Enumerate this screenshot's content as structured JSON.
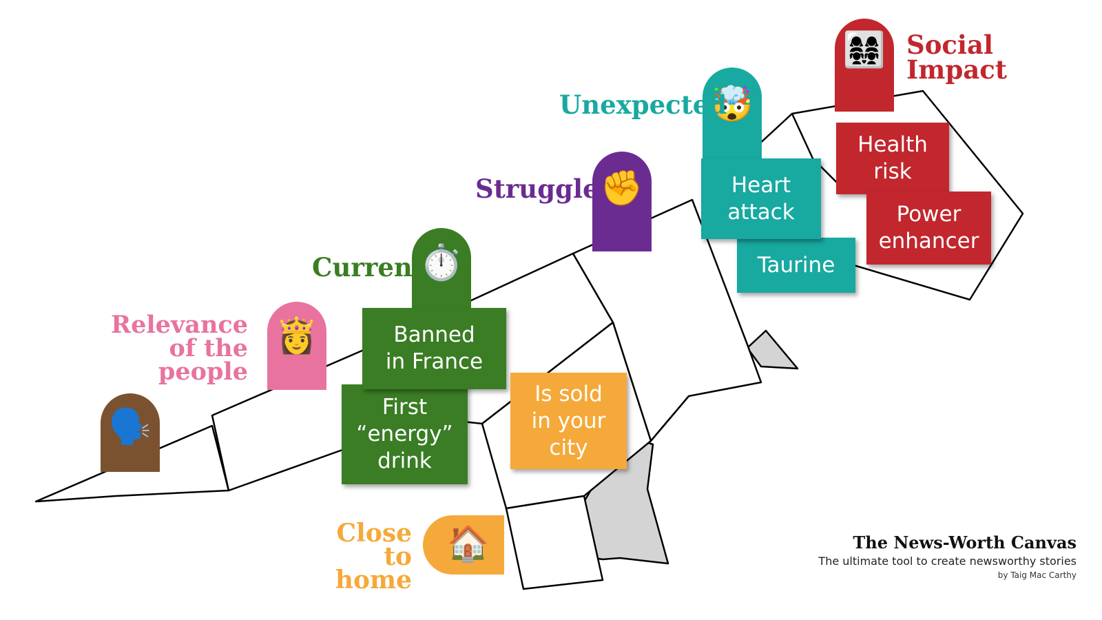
{
  "categories": [
    {
      "id": "social-impact",
      "label": "Social\nImpact",
      "color": "#c1272d",
      "icon": "family-icon",
      "emoji": "👩‍👩‍👧‍👧"
    },
    {
      "id": "unexpected",
      "label": "Unexpected",
      "color": "#18a9a1",
      "icon": "exploding-head-icon",
      "emoji": "🤯"
    },
    {
      "id": "struggle",
      "label": "Struggle",
      "color": "#6a2c91",
      "icon": "raised-fist-icon",
      "emoji": "✊"
    },
    {
      "id": "current",
      "label": "Current",
      "color": "#3a7d24",
      "icon": "stopwatch-icon",
      "emoji": "⏱️"
    },
    {
      "id": "relevance",
      "label": "Relevance\nof the people",
      "color": "#e8739f",
      "icon": "princess-icon",
      "emoji": "👸"
    },
    {
      "id": "speaking",
      "label": "",
      "color": "#7a5230",
      "icon": "speaking-head-icon",
      "emoji": "🗣️"
    },
    {
      "id": "close-to-home",
      "label": "Close to\nhome",
      "color": "#f5a93a",
      "icon": "house-icon",
      "emoji": "🏠"
    }
  ],
  "cards": [
    {
      "text": "Health\nrisk",
      "color": "#c1272d"
    },
    {
      "text": "Power\nenhancer",
      "color": "#c1272d"
    },
    {
      "text": "Heart\nattack",
      "color": "#18a9a1"
    },
    {
      "text": "Taurine",
      "color": "#18a9a1"
    },
    {
      "text": "Banned\nin France",
      "color": "#3a7d24"
    },
    {
      "text": "First\n“energy”\ndrink",
      "color": "#3a7d24"
    },
    {
      "text": "Is sold\nin your\ncity",
      "color": "#f5a93a"
    }
  ],
  "brand": {
    "title": "The News-Worth Canvas",
    "subtitle": "The ultimate tool to create newsworthy stories",
    "author": "by Taig Mac Carthy"
  }
}
